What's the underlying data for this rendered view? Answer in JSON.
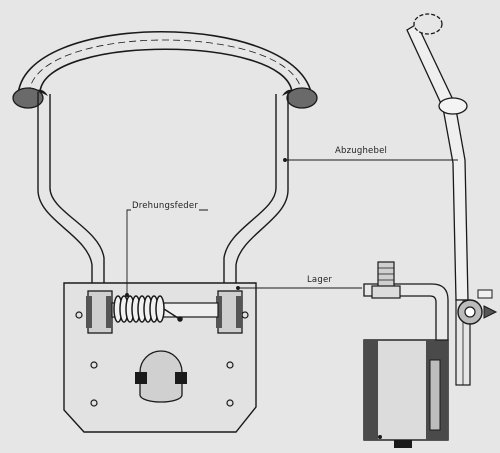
{
  "diagram": {
    "labels": {
      "abzughebel": "Abzughebel",
      "drehungsfeder": "Drehungsfeder",
      "lager": "Lager"
    },
    "colors": {
      "background": "#e6e6e6",
      "ink": "#1a1a1a",
      "shade": "#4a4a4a"
    }
  }
}
